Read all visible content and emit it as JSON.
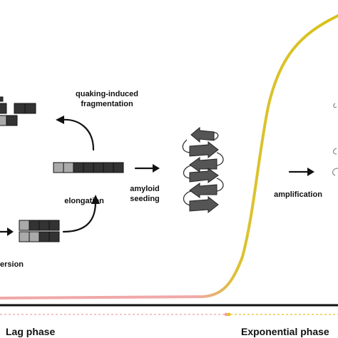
{
  "labels": {
    "fragmentation_line1": "quaking-induced",
    "fragmentation_line2": "fragmentation",
    "elongation": "elongation",
    "amyloid_seeding_line1": "amyloid",
    "amyloid_seeding_line2": "seeding",
    "amplification": "amplification",
    "conversion_partial": "ersion",
    "lag_phase": "Lag phase",
    "exponential_phase": "Exponential phase"
  },
  "colors": {
    "lag_curve": "#f0a8a8",
    "exponential_curve": "#d8c21a",
    "axis": "#111111",
    "lag_dashed": "#f2a0a0",
    "exponential_dashed": "#e5c020",
    "block_light": "#aaaaaa",
    "block_dark": "#333333",
    "sheet_arrow": "#555555"
  }
}
